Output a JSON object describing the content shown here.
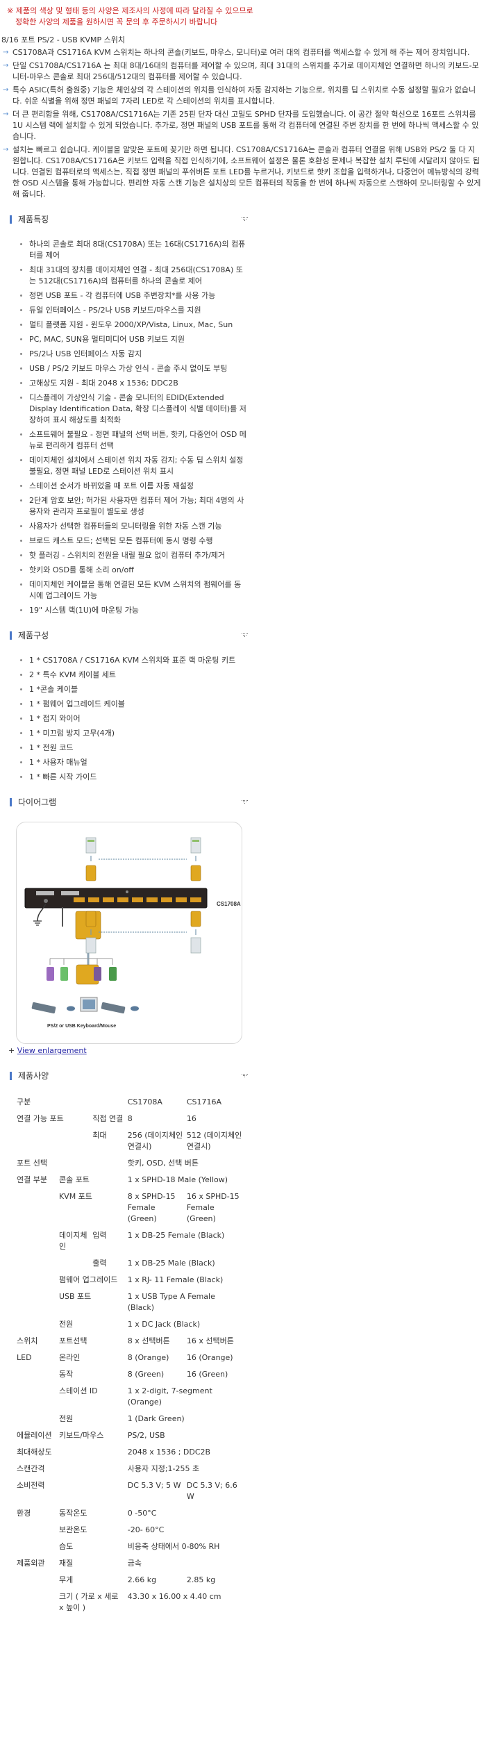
{
  "notice": {
    "line1": "※ 제품의 색상 및 형태 등의 사양은 제조사의 사정에 따라 달라질 수 있으므로",
    "line2": "정확한 사양의 제품을 원하시면 꼭 문의 후 주문하시기 바랍니다",
    "color": "#cc2222"
  },
  "product_title": "8/16 포트 PS/2 - USB KVMP 스위치",
  "intro": [
    "CS1708A과 CS1716A KVM 스위치는 하나의 콘솔(키보드, 마우스, 모니터)로 여러 대의 컴퓨터를 액세스할 수 있게 해 주는 제어 장치입니다.",
    "단일 CS1708A/CS1716A 는 최대 8대/16대의 컴퓨터를 제어할 수 있으며, 최대 31대의 스위치를 추가로 데이지체인 연결하면 하나의 키보드-모니터-마우스 콘솔로 최대 256대/512대의 컴퓨터를 제어할 수 있습니다.",
    "특수 ASIC(특허 출원중) 기능은 체인상의 각 스테이션의 위치를 인식하여 자동 감지하는 기능으로, 위치를 딥 스위치로 수동 설정할 필요가 없습니다. 쉬운 식별을 위해 정면 패널의 7자리 LED로 각 스테이션의 위치를 표시합니다.",
    "더 큰 편리함을 위해, CS1708A/CS1716A는 기존 25핀 단자 대신 고밀도 SPHD 단자를 도입했습니다. 이 공간 절약 혁신으로 16포트 스위치를 1U 시스템 랙에 설치할 수 있게 되었습니다. 추가로, 정면 패널의 USB 포트를 통해 각 컴퓨터에 연결된 주변 장치를 한 번에 하나씩 액세스할 수 있습니다.",
    "설치는 빠르고 쉽습니다. 케이블을 알맞은 포트에 꽂기만 하면 됩니다. CS1708A/CS1716A는 콘솔과 컴퓨터 연결을 위해 USB와 PS/2 둘 다 지원합니다. CS1708A/CS1716A은 키보드 입력을 직접 인식하기에, 소프트웨어 설정은 물론 호환성 문제나 복잡한 설치 루틴에 시달리지 않아도 됩니다. 연결된 컴퓨터로의 액세스는, 직접 정면 패널의 푸쉬버튼 포트 LED를 누르거나, 키보드로 핫키 조합을 입력하거나, 다중언어 메뉴방식의 강력한 OSD 시스템을 통해 가능합니다. 편리한 자동 스캔 기능은 설치상의 모든 컴퓨터의 작동을 한 번에 하나씩 자동으로 스캔하여 모니터링할 수 있게 해 줍니다."
  ],
  "sections": {
    "features": {
      "title": "제품특징",
      "items": [
        "하나의 콘솔로 최대 8대(CS1708A) 또는 16대(CS1716A)의 컴퓨터를 제어",
        "최대 31대의 장치를 데이지체인 연결 - 최대 256대(CS1708A) 또는 512대(CS1716A)의 컴퓨터를 하나의 콘솔로 제어",
        "정면 USB 포트 - 각 컴퓨터에 USB 주변장치*를 사용 가능",
        "듀얼 인터페이스 - PS/2나 USB 키보드/마우스를 지원",
        "멀티 플랫폼 지원 - 윈도우 2000/XP/Vista, Linux, Mac, Sun",
        "PC, MAC, SUN용 멀티미디어 USB 키보드 지원",
        "PS/2나 USB 인터페이스 자동 감지",
        "USB / PS/2 키보드 마우스 가상 인식 - 콘솔 주시 없이도 부팅",
        "고해상도 지원 - 최대 2048 x 1536; DDC2B",
        "디스플레이 가상인식 기술 - 콘솔 모니터의 EDID(Extended Display Identification Data, 확장 디스플레이 식별 데이터)를 저장하여 표시 해상도를 최적화",
        "소프트웨어 불필요 - 정면 패널의 선택 버튼, 핫키, 다중언어 OSD 메뉴로 편리하게 컴퓨터 선택",
        "데이지체인 설치에서 스테이션 위치 자동 감지; 수동 딥 스위치 설정 불필요, 정면 패널 LED로 스테이션 위치 표시",
        "스테이션 순서가 바뀌었을 때 포트 이름 자동 재설정",
        "2단계 암호 보안; 허가된 사용자만 컴퓨터 제어 가능; 최대 4명의 사용자와 관리자 프로필이 별도로 생성",
        "사용자가 선택한 컴퓨터들의 모니터링을 위한 자동 스캔 기능",
        "브로드 캐스트 모드; 선택된 모든 컴퓨터에 동시 명령 수행",
        "핫 플러깅 - 스위치의 전원을 내릴 필요 없이 컴퓨터 추가/제거",
        "핫키와 OSD를 통해 소리 on/off",
        "데이지체인 케이블을 통해 연결된 모든 KVM 스위치의 펌웨어를 동시에 업그레이드 가능",
        "19\" 시스템 랙(1U)에 마운팅 가능"
      ]
    },
    "package": {
      "title": "제품구성",
      "items": [
        "1 * CS1708A / CS1716A KVM 스위치와 표준 랙 마운팅 키트",
        "2 * 특수 KVM 케이블 세트",
        "1 *콘솔 케이블",
        "1 * 펌웨어 업그레이드 케이블",
        "1 * 접지 와이어",
        "1 * 미끄럼 방지 고무(4개)",
        "1 * 전원 코드",
        "1 * 사용자 매뉴얼",
        "1 * 빠른 시작 가이드"
      ]
    },
    "diagram": {
      "title": "다이어그램",
      "device_label": "CS1708A",
      "caption": "PS/2 or USB Keyboard/Mouse",
      "enlarge_prefix": "+",
      "enlarge_link": "View enlargement"
    },
    "specs": {
      "title": "제품사양",
      "rows": [
        {
          "c1": "구분",
          "c2": "",
          "c3": "",
          "c4": "CS1708A",
          "c5": "CS1716A"
        },
        {
          "c1": "연결 가능 포트",
          "c2": "",
          "c3": "직접 연결",
          "c4": "8",
          "c5": "16"
        },
        {
          "c1": "",
          "c2": "",
          "c3": "최대",
          "c4": "256 (데이지체인 연결시)",
          "c5": "512 (데이지체인 연결시)"
        },
        {
          "c1": "포트 선택",
          "c2": "",
          "c3": "",
          "c45": "핫키, OSD, 선택 버튼"
        },
        {
          "c1": "연결 부분",
          "c2": "콘솔 포트",
          "c3": "",
          "c45": "1 x SPHD-18 Male (Yellow)"
        },
        {
          "c1": "",
          "c2": "KVM 포트",
          "c3": "",
          "c4": "8 x SPHD-15 Female (Green)",
          "c5": "16 x SPHD-15 Female (Green)"
        },
        {
          "c1": "",
          "c2": "데이지체인",
          "c3": "입력",
          "c45": "1 x DB-25 Female (Black)"
        },
        {
          "c1": "",
          "c2": "",
          "c3": "출력",
          "c45": "1 x DB-25 Male (Black)"
        },
        {
          "c1": "",
          "c2": "펌웨어 업그레이드",
          "c3": "",
          "c45": "1 x RJ- 11 Female (Black)"
        },
        {
          "c1": "",
          "c2": "USB 포트",
          "c3": "",
          "c45": "1 x USB Type A Female (Black)"
        },
        {
          "c1": "",
          "c2": "전원",
          "c3": "",
          "c45": "1 x DC Jack (Black)"
        },
        {
          "c1": "스위치",
          "c2": "포트선택",
          "c3": "",
          "c4": "8 x 선택버튼",
          "c5": "16 x 선택버튼"
        },
        {
          "c1": "LED",
          "c2": "온라인",
          "c3": "",
          "c4": "8 (Orange)",
          "c5": "16 (Orange)"
        },
        {
          "c1": "",
          "c2": "동작",
          "c3": "",
          "c4": "8 (Green)",
          "c5": "16 (Green)"
        },
        {
          "c1": "",
          "c2": "스테이션 ID",
          "c3": "",
          "c45": "1 x 2-digit, 7-segment (Orange)"
        },
        {
          "c1": "",
          "c2": "전원",
          "c3": "",
          "c45": "1 (Dark Green)"
        },
        {
          "c1": "에뮬레이션",
          "c2": "키보드/마우스",
          "c3": "",
          "c45": "PS/2, USB"
        },
        {
          "c1": "최대해상도",
          "c2": "",
          "c3": "",
          "c45": "2048 x 1536 ; DDC2B"
        },
        {
          "c1": "스캔간격",
          "c2": "",
          "c3": "",
          "c45": "사용자 지정;1-255 초"
        },
        {
          "c1": "소비전력",
          "c2": "",
          "c3": "",
          "c4": "DC 5.3 V; 5 W",
          "c5": "DC 5.3 V; 6.6 W"
        },
        {
          "c1": "환경",
          "c2": "동작온도",
          "c3": "",
          "c45": "0 -50°C"
        },
        {
          "c1": "",
          "c2": "보관온도",
          "c3": "",
          "c45": "-20- 60°C"
        },
        {
          "c1": "",
          "c2": "습도",
          "c3": "",
          "c45": "비응축 상태에서 0-80% RH"
        },
        {
          "c1": "제품외관",
          "c2": "재질",
          "c3": "",
          "c45": "금속"
        },
        {
          "c1": "",
          "c2": "무게",
          "c3": "",
          "c4": "2.66 kg",
          "c5": "2.85 kg"
        },
        {
          "c1": "",
          "c2": "크기 ( 가로 x 세로 x 높이 )",
          "c3": "",
          "c45": "43.30 x 16.00 x 4.40 cm"
        }
      ]
    }
  },
  "icons": {
    "bullet_arrow": "→",
    "section_bar_color": "#4a78c8",
    "section_toggle": "dotted-down-triangle"
  }
}
